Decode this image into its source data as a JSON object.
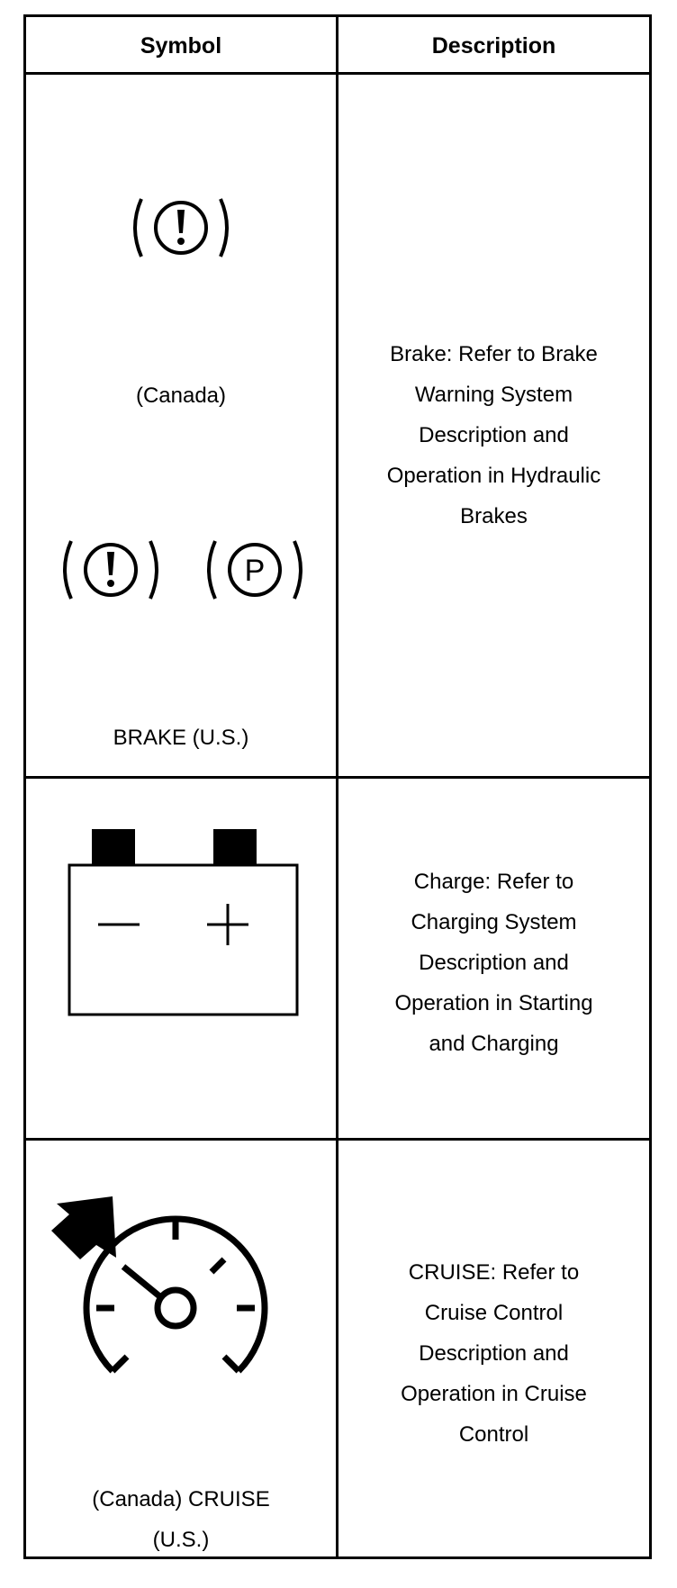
{
  "table": {
    "headers": {
      "symbol": "Symbol",
      "description": "Description"
    },
    "rows": [
      {
        "symbol_labels": [
          "(Canada)",
          "BRAKE (U.S.)"
        ],
        "icons": [
          "brake-warning-icon",
          "brake-warning-icon",
          "parking-brake-icon"
        ],
        "parking_letter": "P",
        "description": [
          "Brake: Refer to Brake",
          "Warning System",
          "Description and",
          "Operation in Hydraulic",
          "Brakes"
        ]
      },
      {
        "icons": [
          "battery-icon"
        ],
        "description": [
          "Charge: Refer to",
          "Charging System",
          "Description and",
          "Operation in Starting",
          "and Charging"
        ]
      },
      {
        "icons": [
          "cruise-control-icon"
        ],
        "symbol_labels": [
          "(Canada) CRUISE",
          "(U.S.)"
        ],
        "description": [
          "CRUISE: Refer to",
          "Cruise Control",
          "Description and",
          "Operation in Cruise",
          "Control"
        ]
      }
    ]
  }
}
